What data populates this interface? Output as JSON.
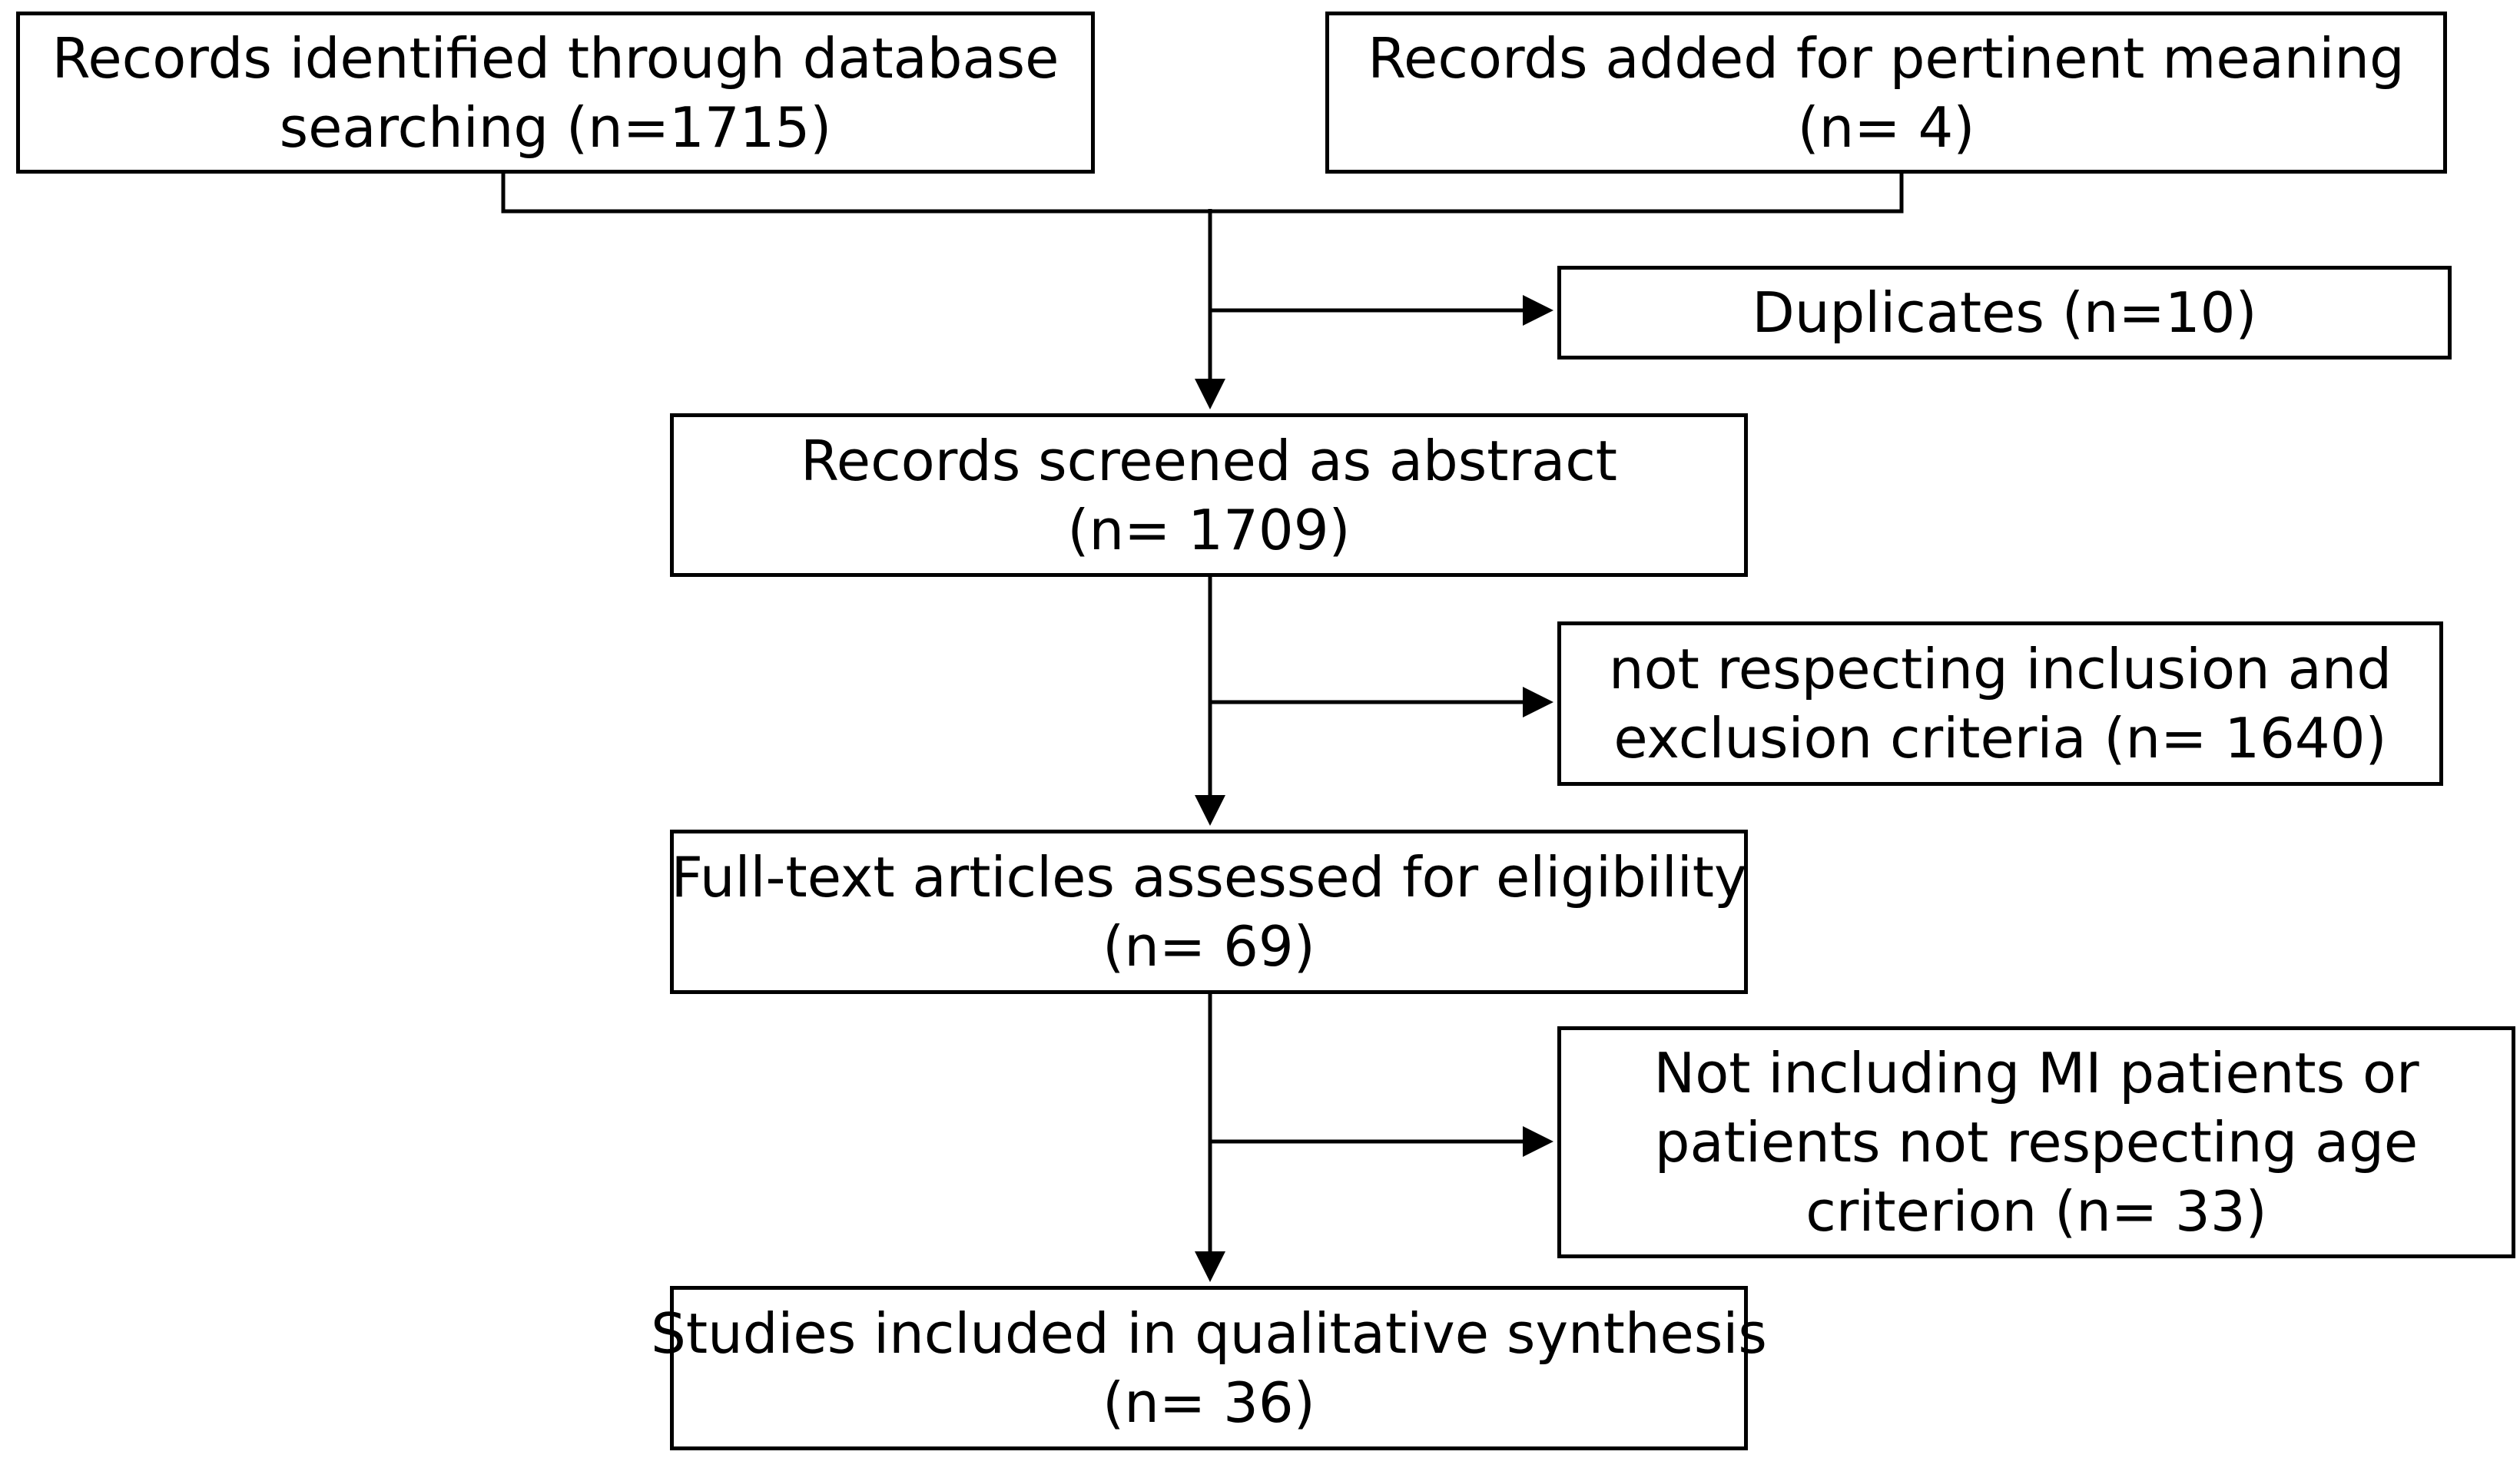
{
  "flow": {
    "identified": {
      "line1": "Records identified through database",
      "line2": "searching (n=1715)"
    },
    "added": {
      "line1": "Records added for pertinent meaning",
      "line2": "(n= 4)"
    },
    "duplicates": {
      "line1": "Duplicates (n=10)"
    },
    "screened": {
      "line1": "Records screened as abstract",
      "line2": "(n= 1709)"
    },
    "not_respecting": {
      "line1": "not respecting inclusion and",
      "line2": "exclusion criteria (n= 1640)"
    },
    "full_text": {
      "line1": "Full-text articles assessed for eligibility",
      "line2": "(n= 69)"
    },
    "not_including": {
      "line1": "Not including MI patients or",
      "line2": "patients not respecting age",
      "line3": "criterion (n= 33)"
    },
    "included": {
      "line1": "Studies included in qualitative synthesis",
      "line2": "(n= 36)"
    }
  },
  "style": {
    "line_color": "#000000",
    "box_border_color": "#000000",
    "background": "#ffffff"
  }
}
